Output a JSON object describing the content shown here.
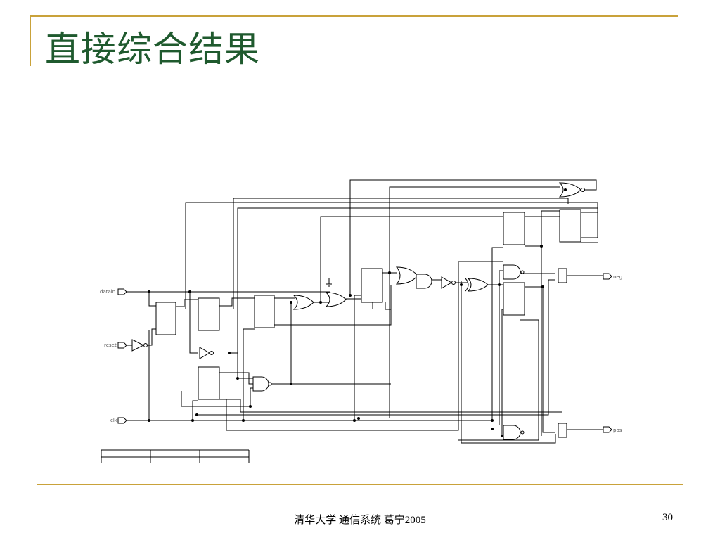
{
  "slide": {
    "title": "直接综合结果",
    "footer": "清华大学 通信系统 葛宁2005",
    "page_number": "30"
  },
  "schematic": {
    "inputs": [
      "datain",
      "reset",
      "clk"
    ],
    "outputs": [
      "neg",
      "pos"
    ]
  },
  "colors": {
    "accent_rule": "#c9a23a",
    "title": "#1f5a2e"
  }
}
